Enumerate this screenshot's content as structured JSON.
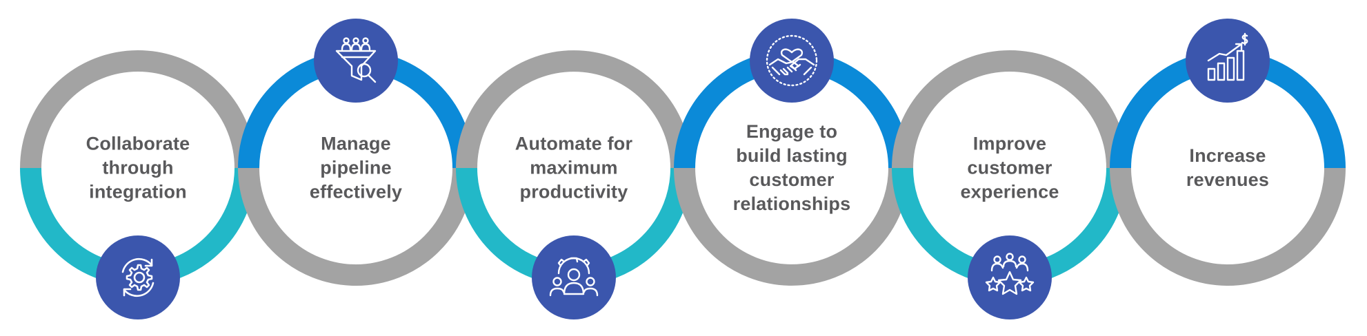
{
  "colors": {
    "gray_ring": "#a3a3a3",
    "teal_ring": "#22b8c8",
    "blue_ring": "#0b8ad8",
    "badge": "#3b56ad",
    "text": "#59595b"
  },
  "steps": [
    {
      "label": "Collaborate\nthrough\nintegration",
      "icon": "gear-sync-icon",
      "top_color": "gray",
      "bottom_color": "teal",
      "badge_position": "bottom"
    },
    {
      "label": "Manage\npipeline\neffectively",
      "icon": "funnel-search-icon",
      "top_color": "blue",
      "bottom_color": "gray",
      "badge_position": "top"
    },
    {
      "label": "Automate for\nmaximum\nproductivity",
      "icon": "team-gear-icon",
      "top_color": "gray",
      "bottom_color": "teal",
      "badge_position": "bottom"
    },
    {
      "label": "Engage to\nbuild lasting\ncustomer\nrelationships",
      "icon": "handshake-heart-icon",
      "top_color": "blue",
      "bottom_color": "gray",
      "badge_position": "top"
    },
    {
      "label": "Improve\ncustomer\nexperience",
      "icon": "people-stars-icon",
      "top_color": "gray",
      "bottom_color": "teal",
      "badge_position": "bottom"
    },
    {
      "label": "Increase\nrevenues",
      "icon": "growth-chart-icon",
      "top_color": "blue",
      "bottom_color": "gray",
      "badge_position": "top"
    }
  ]
}
